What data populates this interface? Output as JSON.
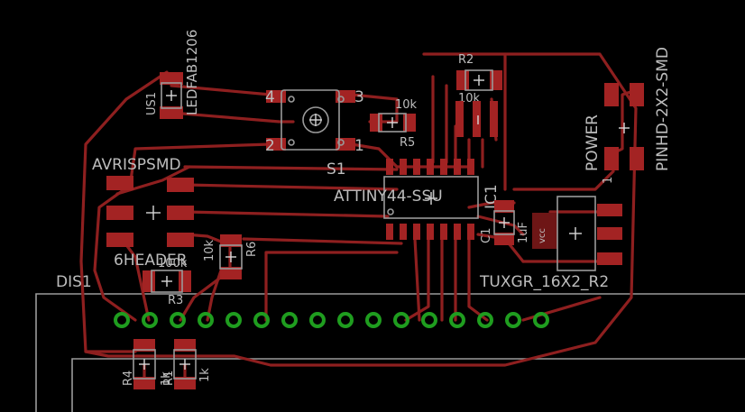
{
  "components": {
    "us1": {
      "name": "US1",
      "value": "LEDFAB1206"
    },
    "s1": {
      "name": "S1",
      "pins": [
        "4",
        "3",
        "2",
        "1"
      ]
    },
    "r5": {
      "name": "R5",
      "value": "10k"
    },
    "r2": {
      "name": "R2",
      "value": "10k"
    },
    "power": {
      "name": "POWER",
      "value": "PINHD-2X2-SMD",
      "pin": "1"
    },
    "avrisp": {
      "name": "AVRISPSMD"
    },
    "attiny": {
      "name": "ATTINY44-SSU"
    },
    "ic1": {
      "name": "IC1"
    },
    "c1": {
      "name": "C1",
      "value": "1uF"
    },
    "vcc": {
      "name": "vcc"
    },
    "r6": {
      "name": "R6",
      "value": "10k"
    },
    "header6": {
      "name": "6HEADER"
    },
    "r3": {
      "name": "R3",
      "value": "100k"
    },
    "dis1": {
      "name": "DIS1",
      "value": "TUXGR_16X2_R2"
    },
    "r4": {
      "name": "R4",
      "value": "1k"
    },
    "r1": {
      "name": "R1",
      "value": "1k"
    }
  },
  "colors": {
    "background": "#000000",
    "trace": "#8e1f1f",
    "pad": "#a32323",
    "outline": "#9a9a9a",
    "label": "#bdbdbd",
    "lcd_pin": "#1f9d1f"
  }
}
